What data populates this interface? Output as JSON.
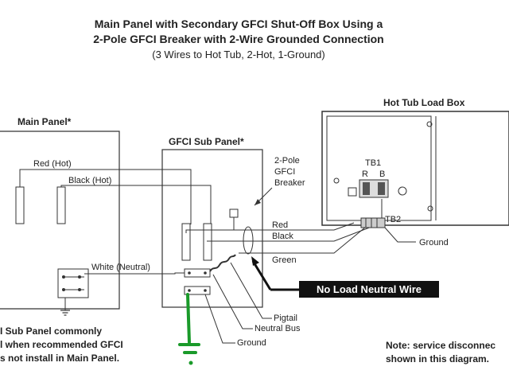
{
  "title": {
    "line1": "Main Panel with Secondary GFCI Shut-Off Box Using a",
    "line2": "2-Pole GFCI Breaker with 2-Wire Grounded Connection",
    "line3": "(3 Wires to Hot Tub, 2-Hot, 1-Ground)"
  },
  "main_panel": {
    "label": "Main Panel*",
    "wire_red": "Red (Hot)",
    "wire_black": "Black (Hot)",
    "wire_white": "White (Neutral)"
  },
  "sub_panel": {
    "label": "GFCI Sub Panel*",
    "breaker_l1": "2-Pole",
    "breaker_l2": "GFCI",
    "breaker_l3": "Breaker",
    "wire_red": "Red",
    "wire_black": "Black",
    "wire_green": "Green",
    "pigtail": "Pigtail",
    "neutral_bus": "Neutral Bus",
    "ground": "Ground"
  },
  "callout": "No Load Neutral Wire",
  "hot_tub": {
    "label": "Hot Tub Load Box",
    "tb1": "TB1",
    "tb1_r": "R",
    "tb1_b": "B",
    "tb2": "TB2",
    "ground": "Ground"
  },
  "footnote_left": {
    "line1": "I Sub Panel commonly",
    "line2": "l when recommended GFCI",
    "line3": "s not install in Main Panel."
  },
  "footnote_right": {
    "line1": "Note: service disconnec",
    "line2": "shown in this diagram."
  },
  "colors": {
    "line": "#333333",
    "callout_bg": "#111111",
    "callout_text": "#ffffff",
    "marker_green": "#1a9a2a"
  }
}
